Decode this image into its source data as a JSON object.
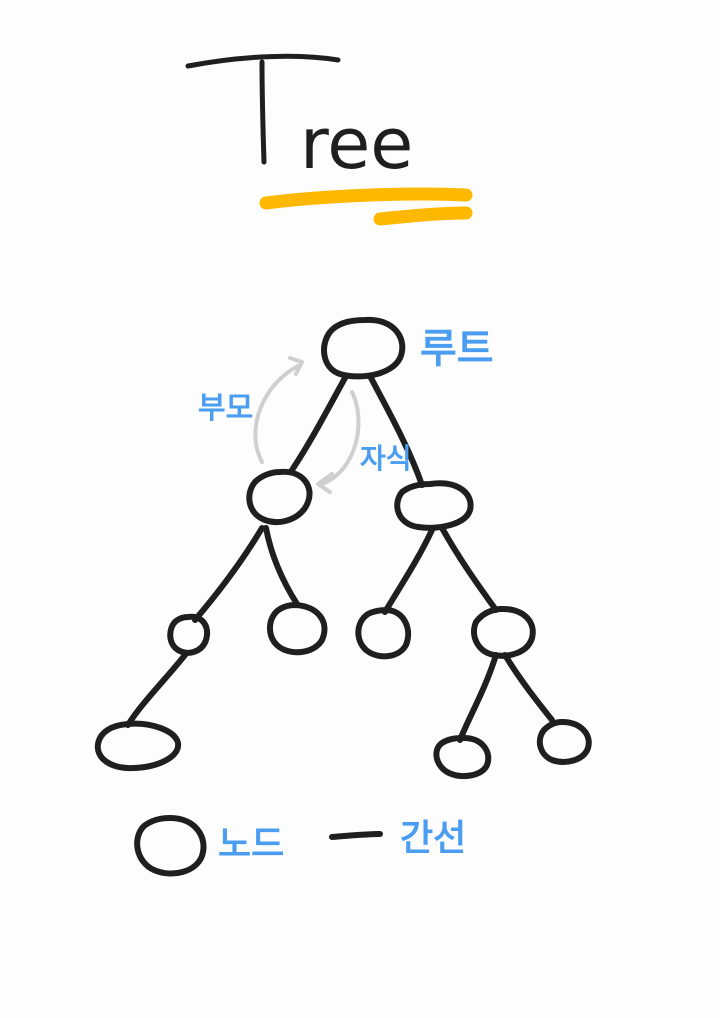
{
  "title": "Tree",
  "labels": {
    "root": "루트",
    "parent": "부모",
    "child": "자식",
    "node": "노드",
    "edge": "간선"
  },
  "colors": {
    "ink": "#1f1f1f",
    "label": "#4a9df0",
    "highlight": "#ffb800",
    "arrow": "#cfcfcf",
    "background": "#fdfdfd"
  }
}
